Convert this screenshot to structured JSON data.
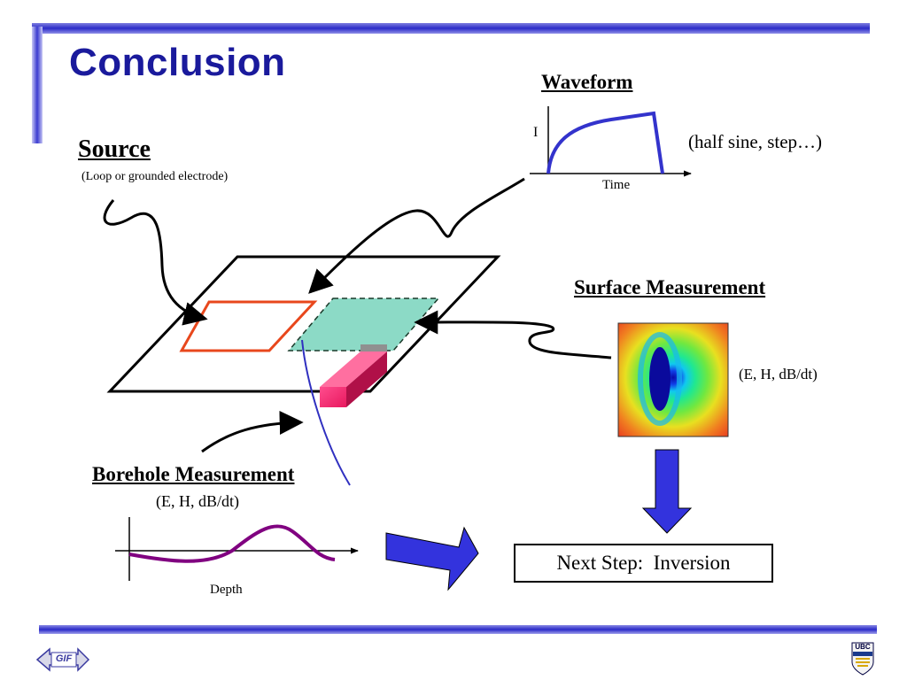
{
  "slide": {
    "title": "Conclusion"
  },
  "source": {
    "heading": "Source",
    "subtitle": "(Loop or grounded electrode)"
  },
  "waveform": {
    "heading": "Waveform",
    "y_label": "I",
    "x_label": "Time",
    "note": "(half sine, step…)"
  },
  "surface": {
    "heading": "Surface Measurement",
    "components": "(E, H, dB/dt)"
  },
  "borehole": {
    "heading": "Borehole Measurement",
    "components": "(E, H, dB/dt)",
    "x_label": "Depth"
  },
  "next_step": {
    "label": "Next Step:  Inversion"
  },
  "footer": {
    "left_logo_text": "GIF",
    "right_logo_text": "UBC"
  },
  "colors": {
    "title": "#1a1a9c",
    "accent_bar": "#3333cc",
    "source_loop": "#e8471c",
    "anomaly_fill": "#6fd1b8",
    "block": "#ff2d7a",
    "waveform_curve": "#3333cc",
    "borehole_curve": "#800080",
    "arrow_fill": "#3333dd"
  }
}
